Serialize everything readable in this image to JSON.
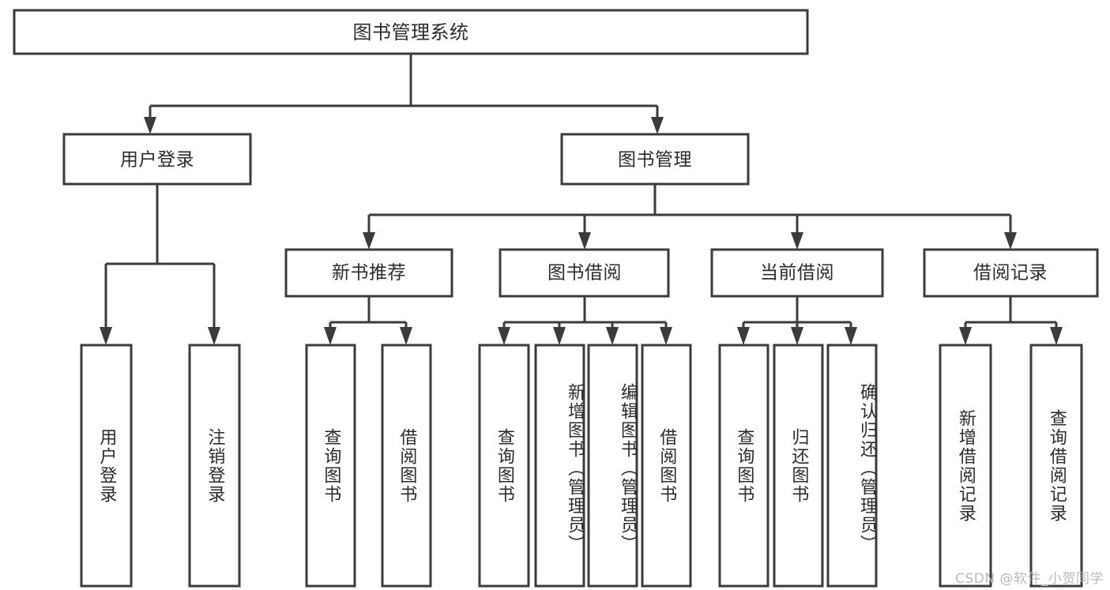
{
  "diagram": {
    "title": "图书管理系统",
    "type": "tree-hierarchy-chart",
    "colors": {
      "box_stroke": "#3b3b3b",
      "box_fill": "#ffffff",
      "text": "#2b2b2b",
      "background": "#ffffff",
      "watermark": "#b9b9b9"
    },
    "root": {
      "label": "图书管理系统"
    },
    "level2": [
      {
        "label": "用户登录"
      },
      {
        "label": "图书管理"
      }
    ],
    "level3": [
      {
        "label": "新书推荐"
      },
      {
        "label": "图书借阅"
      },
      {
        "label": "当前借阅"
      },
      {
        "label": "借阅记录"
      }
    ],
    "leaves": {
      "user_login": [
        {
          "label": "用户登录"
        },
        {
          "label": "注销登录"
        }
      ],
      "new_book_recommend": [
        {
          "label": "查询图书"
        },
        {
          "label": "借阅图书"
        }
      ],
      "book_borrow": [
        {
          "label": "查询图书"
        },
        {
          "label": "新增图书（管理员）"
        },
        {
          "label": "编辑图书（管理员）"
        },
        {
          "label": "借阅图书"
        }
      ],
      "current_borrow": [
        {
          "label": "查询图书"
        },
        {
          "label": "归还图书"
        },
        {
          "label": "确认归还（管理员）"
        }
      ],
      "borrow_record": [
        {
          "label": "新增借阅记录"
        },
        {
          "label": "查询借阅记录"
        }
      ]
    }
  },
  "watermark": {
    "text": "CSDN @软件_小贺同学"
  }
}
